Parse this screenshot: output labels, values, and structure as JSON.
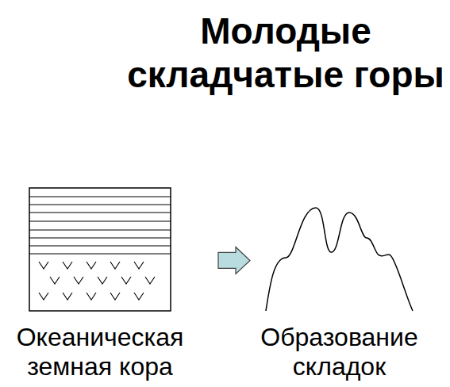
{
  "diagram": {
    "title": "Молодые складчатые горы",
    "nodes": [
      {
        "text": [
          "Океаническая земная кора"
        ]
      },
      {
        "text": [
          "Образование складок"
        ]
      }
    ],
    "edges": [
      {
        "from": 0,
        "to": 1,
        "arrow": "to"
      }
    ]
  }
}
